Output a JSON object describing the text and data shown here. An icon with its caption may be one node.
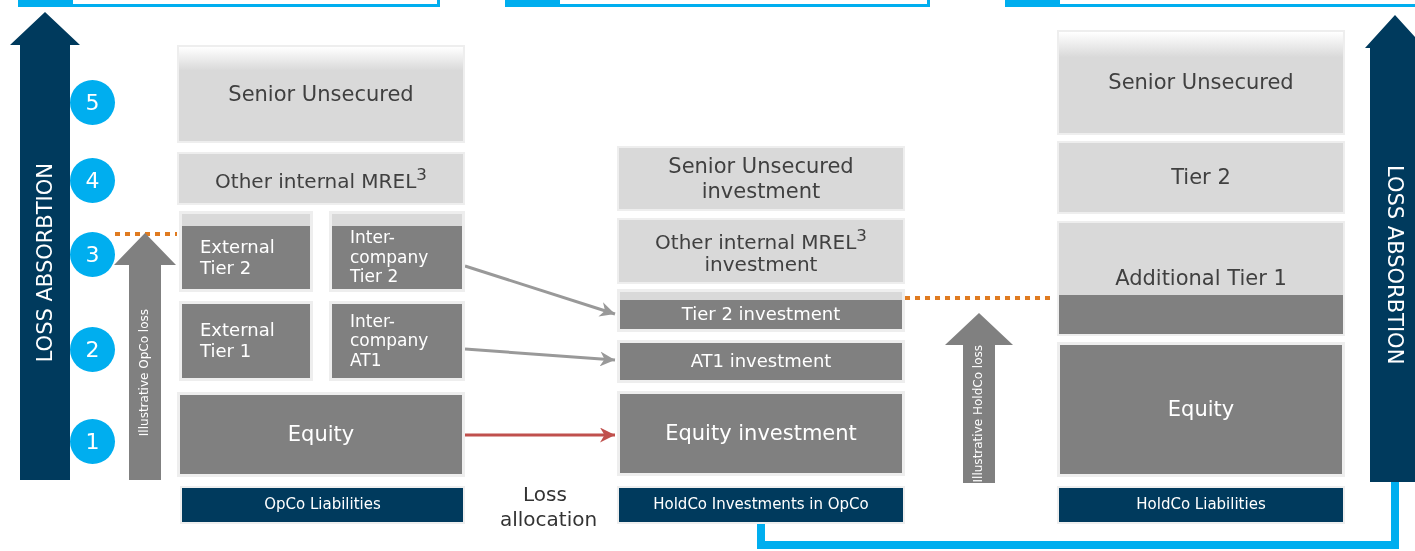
{
  "diagram": {
    "nodes": [
      {
        "text": [
          "Senior Unsecured"
        ]
      },
      {
        "text": [
          "Other internal MREL$^{3}$"
        ]
      },
      {
        "text": [
          "External Tier 2"
        ]
      },
      {
        "text": [
          "Inter-company Tier 2"
        ]
      },
      {
        "text": [
          "External Tier 1"
        ]
      },
      {
        "text": [
          "Inter-company AT1"
        ]
      },
      {
        "text": [
          "Equity"
        ]
      },
      {
        "text": [
          "OpCo Liabilities"
        ]
      },
      {
        "text": [
          "Senior Unsecured investment"
        ]
      },
      {
        "text": [
          "Other internal MREL$^{3}$ investment"
        ]
      },
      {
        "text": [
          "Tier 2 investment"
        ]
      },
      {
        "text": [
          "AT1 investment"
        ]
      },
      {
        "text": [
          "Equity investment"
        ]
      },
      {
        "text": [
          "HoldCo Investments in OpCo"
        ]
      },
      {
        "text": [
          "Senior Unsecured"
        ]
      },
      {
        "text": [
          "Tier 2"
        ]
      },
      {
        "text": [
          "Additional Tier 1"
        ]
      },
      {
        "text": [
          "Equity"
        ]
      },
      {
        "text": [
          "HoldCo Liabilities"
        ]
      },
      {
        "text": [
          "5"
        ]
      },
      {
        "text": [
          "4"
        ]
      },
      {
        "text": [
          "3"
        ]
      },
      {
        "text": [
          "2"
        ]
      },
      {
        "text": [
          "1"
        ]
      },
      {
        "text": [
          "LOSS ABSORBTION"
        ]
      },
      {
        "text": [
          "LOSS ABSORBTION"
        ]
      },
      {
        "text": [
          "Illustrative OpCo loss"
        ]
      },
      {
        "text": [
          "Illustrative HoldCo loss"
        ]
      },
      {
        "text": [],
        "shape": "box"
      },
      {
        "text": [],
        "shape": "box"
      },
      {
        "text": [],
        "shape": "box"
      }
    ],
    "edges": [
      {
        "from": 3,
        "to": 10,
        "arrow": "to",
        "color": "#999999"
      },
      {
        "from": 5,
        "to": 11,
        "arrow": "to",
        "color": "#999999"
      },
      {
        "from": 6,
        "to": 12,
        "arrow": "to",
        "color": "#c0504d"
      },
      {
        "from": 21,
        "to": 2,
        "arrow": "none",
        "style": "dashed",
        "color": "#e07b20"
      },
      {
        "from": 10,
        "to": 16,
        "arrow": "none",
        "style": "dashed",
        "color": "#e07b20"
      },
      {
        "from": 13,
        "to": 25,
        "arrow": "none",
        "style": "thick",
        "color": "#00aeef"
      }
    ],
    "labels": [
      "Loss allocation"
    ]
  }
}
